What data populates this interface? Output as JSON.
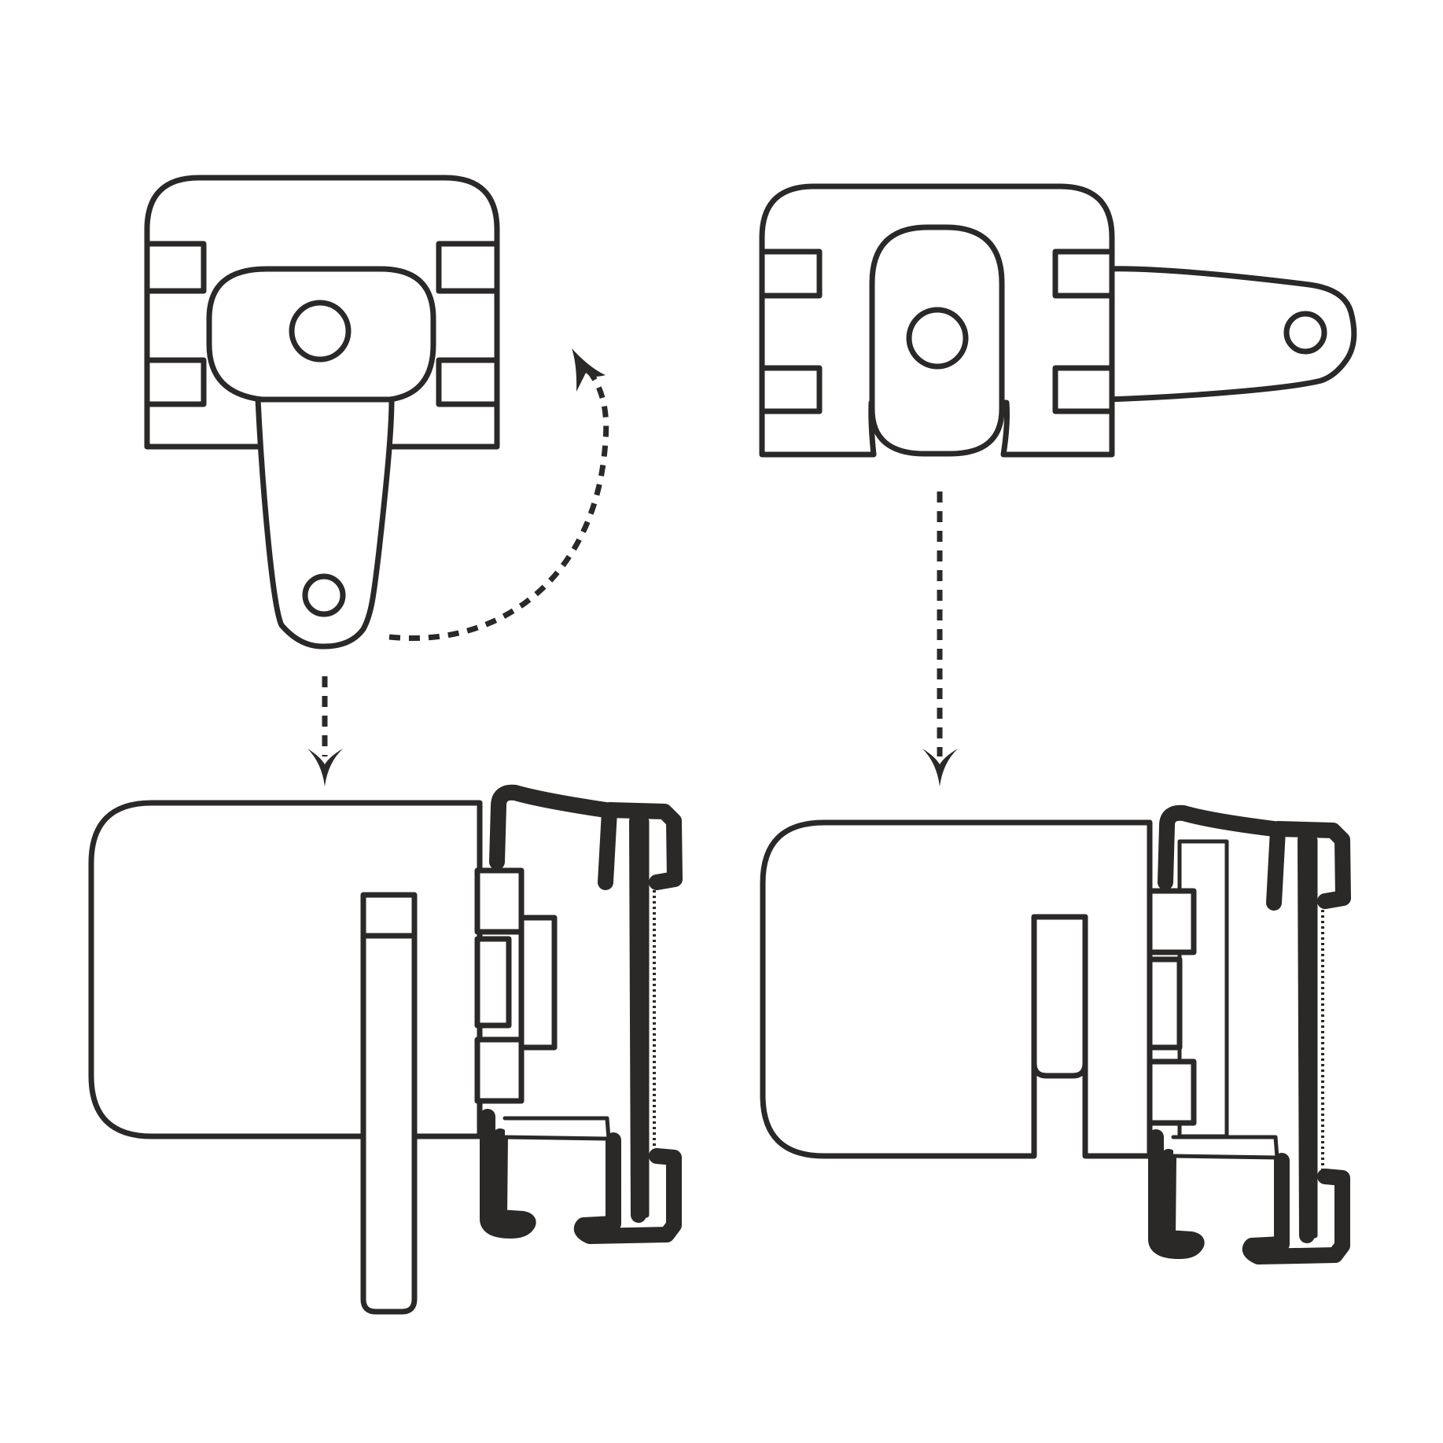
{
  "diagram": {
    "colors": {
      "line": "#2b2828",
      "background": "#ffffff"
    },
    "panels": [
      {
        "id": "hinge-arm-down",
        "icon": "hinge-plate-icon"
      },
      {
        "id": "hinge-arm-side",
        "icon": "hinge-plate-icon"
      },
      {
        "id": "assembly-arm-down",
        "icon": "clamp-assembly-icon"
      },
      {
        "id": "assembly-arm-side",
        "icon": "clamp-assembly-icon"
      }
    ],
    "arrows": [
      {
        "id": "rotate-arrow",
        "icon": "curved-dashed-arrow-icon"
      },
      {
        "id": "left-down-arrow",
        "icon": "dashed-down-arrow-icon"
      },
      {
        "id": "right-down-arrow",
        "icon": "dashed-down-arrow-icon"
      }
    ]
  }
}
